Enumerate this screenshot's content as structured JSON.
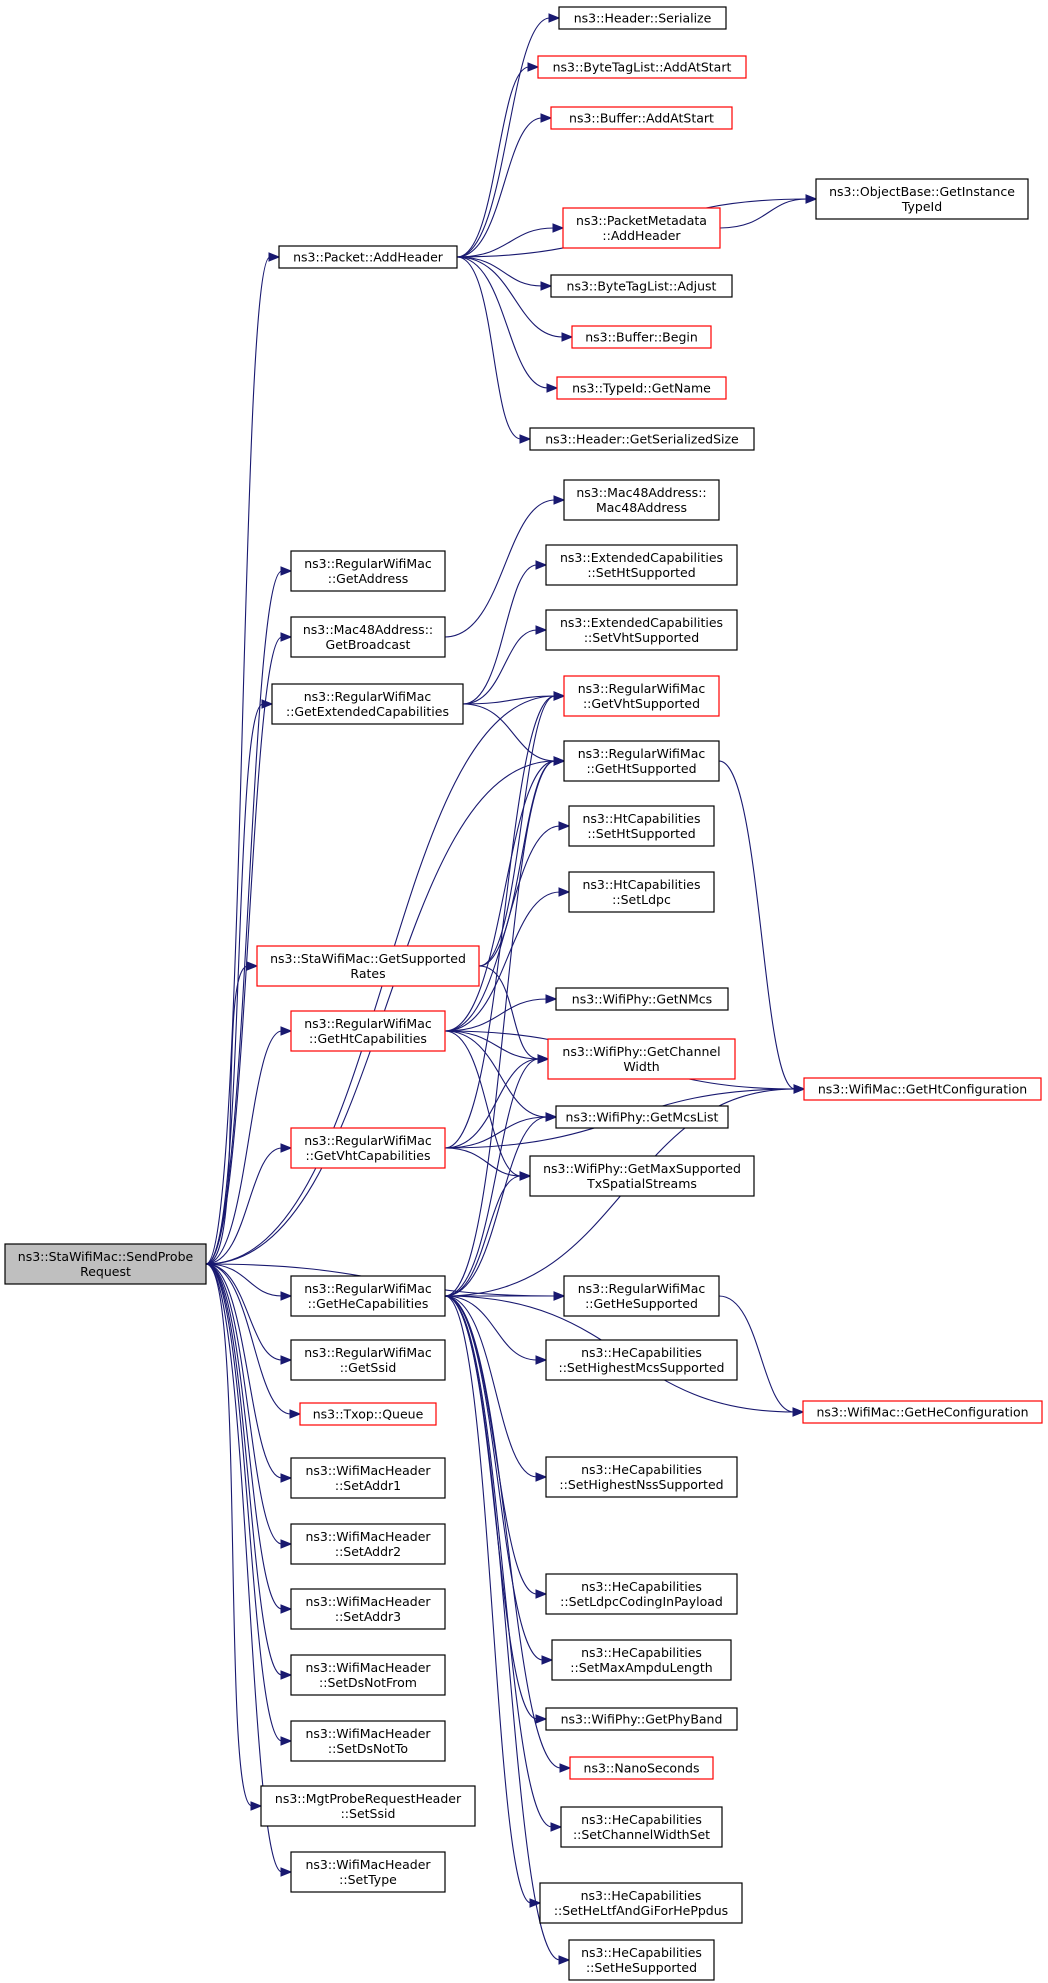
{
  "nodes": [
    {
      "id": "root",
      "label": [
        "ns3::StaWifiMac::SendProbe",
        "Request"
      ],
      "border": "black",
      "root": true
    },
    {
      "id": "addheader",
      "label": [
        "ns3::Packet::AddHeader"
      ],
      "border": "black"
    },
    {
      "id": "hserialize",
      "label": [
        "ns3::Header::Serialize"
      ],
      "border": "black"
    },
    {
      "id": "btladdatstart",
      "label": [
        "ns3::ByteTagList::AddAtStart"
      ],
      "border": "red"
    },
    {
      "id": "bufaddatstart",
      "label": [
        "ns3::Buffer::AddAtStart"
      ],
      "border": "red"
    },
    {
      "id": "getinstancetypeid",
      "label": [
        "ns3::ObjectBase::GetInstance",
        "TypeId"
      ],
      "border": "black"
    },
    {
      "id": "pmaddheader",
      "label": [
        "ns3::PacketMetadata",
        "::AddHeader"
      ],
      "border": "red"
    },
    {
      "id": "btladjust",
      "label": [
        "ns3::ByteTagList::Adjust"
      ],
      "border": "black"
    },
    {
      "id": "bufbegin",
      "label": [
        "ns3::Buffer::Begin"
      ],
      "border": "red"
    },
    {
      "id": "typeidgetname",
      "label": [
        "ns3::TypeId::GetName"
      ],
      "border": "red"
    },
    {
      "id": "hgetserializedsize",
      "label": [
        "ns3::Header::GetSerializedSize"
      ],
      "border": "black"
    },
    {
      "id": "getaddress",
      "label": [
        "ns3::RegularWifiMac",
        "::GetAddress"
      ],
      "border": "black"
    },
    {
      "id": "getbroadcast",
      "label": [
        "ns3::Mac48Address::",
        "GetBroadcast"
      ],
      "border": "black"
    },
    {
      "id": "mac48address",
      "label": [
        "ns3::Mac48Address::",
        "Mac48Address"
      ],
      "border": "black"
    },
    {
      "id": "getextcap",
      "label": [
        "ns3::RegularWifiMac",
        "::GetExtendedCapabilities"
      ],
      "border": "black"
    },
    {
      "id": "extsethtsupported",
      "label": [
        "ns3::ExtendedCapabilities",
        "::SetHtSupported"
      ],
      "border": "black"
    },
    {
      "id": "extsetvhtsupported",
      "label": [
        "ns3::ExtendedCapabilities",
        "::SetVhtSupported"
      ],
      "border": "black"
    },
    {
      "id": "getvhtsupported",
      "label": [
        "ns3::RegularWifiMac",
        "::GetVhtSupported"
      ],
      "border": "red"
    },
    {
      "id": "gethtsupported",
      "label": [
        "ns3::RegularWifiMac",
        "::GetHtSupported"
      ],
      "border": "black"
    },
    {
      "id": "htsethtsupported",
      "label": [
        "ns3::HtCapabilities",
        "::SetHtSupported"
      ],
      "border": "black"
    },
    {
      "id": "htsetldpc",
      "label": [
        "ns3::HtCapabilities",
        "::SetLdpc"
      ],
      "border": "black"
    },
    {
      "id": "getsupportedrates",
      "label": [
        "ns3::StaWifiMac::GetSupported",
        "Rates"
      ],
      "border": "red"
    },
    {
      "id": "gethtcap",
      "label": [
        "ns3::RegularWifiMac",
        "::GetHtCapabilities"
      ],
      "border": "red"
    },
    {
      "id": "getnmcs",
      "label": [
        "ns3::WifiPhy::GetNMcs"
      ],
      "border": "black"
    },
    {
      "id": "getchannelwidth",
      "label": [
        "ns3::WifiPhy::GetChannel",
        "Width"
      ],
      "border": "red"
    },
    {
      "id": "gethtconfig",
      "label": [
        "ns3::WifiMac::GetHtConfiguration"
      ],
      "border": "red"
    },
    {
      "id": "getvhtcap",
      "label": [
        "ns3::RegularWifiMac",
        "::GetVhtCapabilities"
      ],
      "border": "red"
    },
    {
      "id": "getmcslist",
      "label": [
        "ns3::WifiPhy::GetMcsList"
      ],
      "border": "black"
    },
    {
      "id": "getmaxsupported",
      "label": [
        "ns3::WifiPhy::GetMaxSupported",
        "TxSpatialStreams"
      ],
      "border": "black"
    },
    {
      "id": "gethecap",
      "label": [
        "ns3::RegularWifiMac",
        "::GetHeCapabilities"
      ],
      "border": "black"
    },
    {
      "id": "gethesupported",
      "label": [
        "ns3::RegularWifiMac",
        "::GetHeSupported"
      ],
      "border": "black"
    },
    {
      "id": "hesethighestmcs",
      "label": [
        "ns3::HeCapabilities",
        "::SetHighestMcsSupported"
      ],
      "border": "black"
    },
    {
      "id": "getheconfig",
      "label": [
        "ns3::WifiMac::GetHeConfiguration"
      ],
      "border": "red"
    },
    {
      "id": "getssid",
      "label": [
        "ns3::RegularWifiMac",
        "::GetSsid"
      ],
      "border": "black"
    },
    {
      "id": "txopqueue",
      "label": [
        "ns3::Txop::Queue"
      ],
      "border": "red"
    },
    {
      "id": "hesethighestnss",
      "label": [
        "ns3::HeCapabilities",
        "::SetHighestNssSupported"
      ],
      "border": "black"
    },
    {
      "id": "setaddr1",
      "label": [
        "ns3::WifiMacHeader",
        "::SetAddr1"
      ],
      "border": "black"
    },
    {
      "id": "setaddr2",
      "label": [
        "ns3::WifiMacHeader",
        "::SetAddr2"
      ],
      "border": "black"
    },
    {
      "id": "hesetldpc",
      "label": [
        "ns3::HeCapabilities",
        "::SetLdpcCodingInPayload"
      ],
      "border": "black"
    },
    {
      "id": "setaddr3",
      "label": [
        "ns3::WifiMacHeader",
        "::SetAddr3"
      ],
      "border": "black"
    },
    {
      "id": "hesetmaxampdu",
      "label": [
        "ns3::HeCapabilities",
        "::SetMaxAmpduLength"
      ],
      "border": "black"
    },
    {
      "id": "setdsnotfrom",
      "label": [
        "ns3::WifiMacHeader",
        "::SetDsNotFrom"
      ],
      "border": "black"
    },
    {
      "id": "getphyband",
      "label": [
        "ns3::WifiPhy::GetPhyBand"
      ],
      "border": "black"
    },
    {
      "id": "nanoseconds",
      "label": [
        "ns3::NanoSeconds"
      ],
      "border": "red"
    },
    {
      "id": "setdsnotto",
      "label": [
        "ns3::WifiMacHeader",
        "::SetDsNotTo"
      ],
      "border": "black"
    },
    {
      "id": "hesetchannelwidthset",
      "label": [
        "ns3::HeCapabilities",
        "::SetChannelWidthSet"
      ],
      "border": "black"
    },
    {
      "id": "mgtsetssid",
      "label": [
        "ns3::MgtProbeRequestHeader",
        "::SetSsid"
      ],
      "border": "black"
    },
    {
      "id": "hesetheltf",
      "label": [
        "ns3::HeCapabilities",
        "::SetHeLtfAndGiForHePpdus"
      ],
      "border": "black"
    },
    {
      "id": "settype",
      "label": [
        "ns3::WifiMacHeader",
        "::SetType"
      ],
      "border": "black"
    },
    {
      "id": "hesethesupported",
      "label": [
        "ns3::HeCapabilities",
        "::SetHeSupported"
      ],
      "border": "black"
    }
  ],
  "edges": [
    [
      "root",
      "addheader"
    ],
    [
      "root",
      "getaddress"
    ],
    [
      "root",
      "getbroadcast"
    ],
    [
      "root",
      "getextcap"
    ],
    [
      "root",
      "getvhtsupported"
    ],
    [
      "root",
      "gethtsupported"
    ],
    [
      "root",
      "getsupportedrates"
    ],
    [
      "root",
      "gethtcap"
    ],
    [
      "root",
      "getvhtcap"
    ],
    [
      "root",
      "gethecap"
    ],
    [
      "root",
      "gethesupported"
    ],
    [
      "root",
      "getssid"
    ],
    [
      "root",
      "txopqueue"
    ],
    [
      "root",
      "setaddr1"
    ],
    [
      "root",
      "setaddr2"
    ],
    [
      "root",
      "setaddr3"
    ],
    [
      "root",
      "setdsnotfrom"
    ],
    [
      "root",
      "setdsnotto"
    ],
    [
      "root",
      "mgtsetssid"
    ],
    [
      "root",
      "settype"
    ],
    [
      "addheader",
      "hserialize"
    ],
    [
      "addheader",
      "btladdatstart"
    ],
    [
      "addheader",
      "bufaddatstart"
    ],
    [
      "addheader",
      "getinstancetypeid"
    ],
    [
      "addheader",
      "pmaddheader"
    ],
    [
      "addheader",
      "btladjust"
    ],
    [
      "addheader",
      "bufbegin"
    ],
    [
      "addheader",
      "typeidgetname"
    ],
    [
      "addheader",
      "hgetserializedsize"
    ],
    [
      "pmaddheader",
      "getinstancetypeid"
    ],
    [
      "getbroadcast",
      "mac48address"
    ],
    [
      "getextcap",
      "extsethtsupported"
    ],
    [
      "getextcap",
      "extsetvhtsupported"
    ],
    [
      "getextcap",
      "getvhtsupported"
    ],
    [
      "getextcap",
      "gethtsupported"
    ],
    [
      "gethtsupported",
      "gethtconfig"
    ],
    [
      "getsupportedrates",
      "getvhtsupported"
    ],
    [
      "getsupportedrates",
      "gethtsupported"
    ],
    [
      "getsupportedrates",
      "getchannelwidth"
    ],
    [
      "gethtcap",
      "gethtsupported"
    ],
    [
      "gethtcap",
      "htsethtsupported"
    ],
    [
      "gethtcap",
      "htsetldpc"
    ],
    [
      "gethtcap",
      "getnmcs"
    ],
    [
      "gethtcap",
      "getchannelwidth"
    ],
    [
      "gethtcap",
      "gethtconfig"
    ],
    [
      "gethtcap",
      "getmcslist"
    ],
    [
      "gethtcap",
      "getmaxsupported"
    ],
    [
      "getvhtcap",
      "getvhtsupported"
    ],
    [
      "getvhtcap",
      "getchannelwidth"
    ],
    [
      "getvhtcap",
      "getmcslist"
    ],
    [
      "getvhtcap",
      "getmaxsupported"
    ],
    [
      "getvhtcap",
      "gethtconfig"
    ],
    [
      "gethecap",
      "gethtsupported"
    ],
    [
      "gethecap",
      "getchannelwidth"
    ],
    [
      "gethecap",
      "getmcslist"
    ],
    [
      "gethecap",
      "getmaxsupported"
    ],
    [
      "gethecap",
      "gethesupported"
    ],
    [
      "gethecap",
      "hesethighestmcs"
    ],
    [
      "gethecap",
      "gethtconfig"
    ],
    [
      "gethecap",
      "hesethighestnss"
    ],
    [
      "gethecap",
      "getheconfig"
    ],
    [
      "gethecap",
      "hesetldpc"
    ],
    [
      "gethecap",
      "hesetmaxampdu"
    ],
    [
      "gethecap",
      "getphyband"
    ],
    [
      "gethecap",
      "nanoseconds"
    ],
    [
      "gethecap",
      "hesetchannelwidthset"
    ],
    [
      "gethecap",
      "hesetheltf"
    ],
    [
      "gethecap",
      "hesethesupported"
    ],
    [
      "gethesupported",
      "getheconfig"
    ]
  ]
}
